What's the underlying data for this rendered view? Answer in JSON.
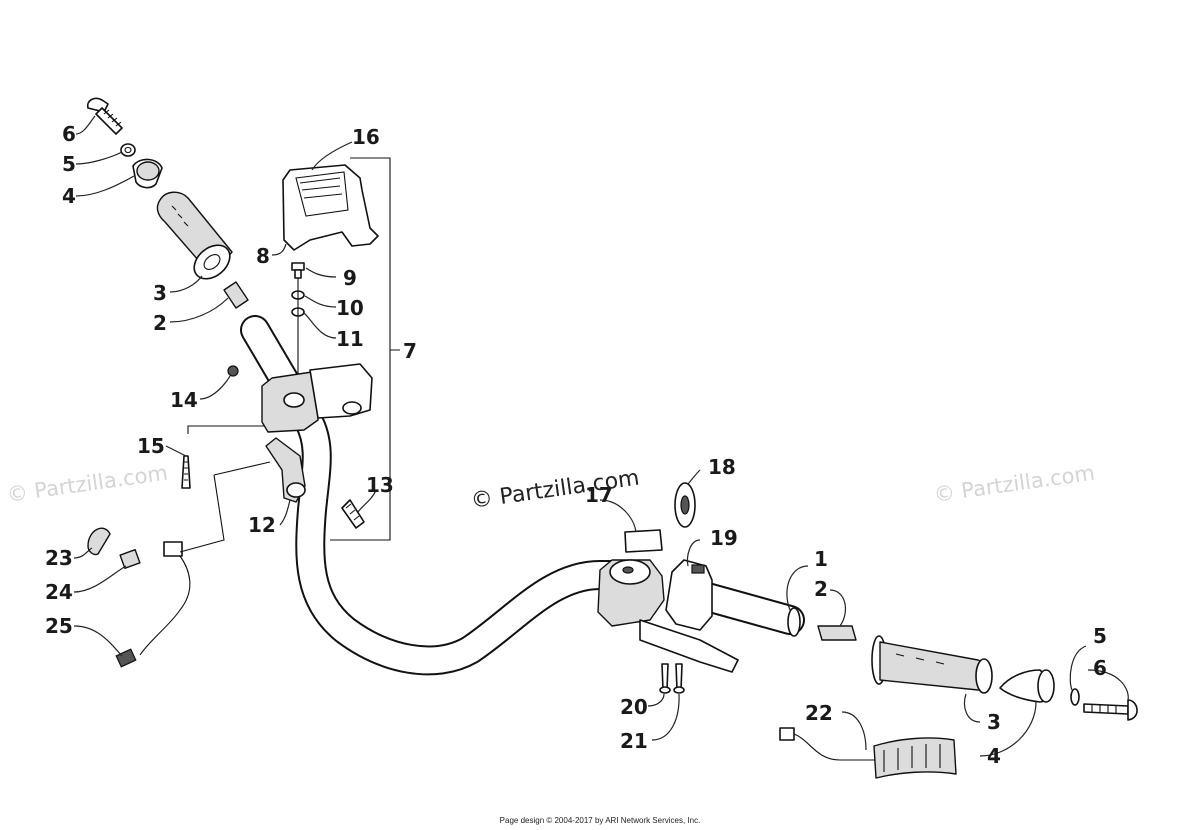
{
  "watermarks": {
    "main": "© Partzilla.com",
    "left": "© Partzilla.com",
    "right": "© Partzilla.com"
  },
  "callouts": {
    "c1": "1",
    "c2a": "2",
    "c2b": "2",
    "c3a": "3",
    "c3b": "3",
    "c4a": "4",
    "c4b": "4",
    "c5a": "5",
    "c5b": "5",
    "c6a": "6",
    "c6b": "6",
    "c7": "7",
    "c8": "8",
    "c9": "9",
    "c10": "10",
    "c11": "11",
    "c12": "12",
    "c13": "13",
    "c14": "14",
    "c15": "15",
    "c16": "16",
    "c17": "17",
    "c18": "18",
    "c19": "19",
    "c20": "20",
    "c21": "21",
    "c22": "22",
    "c23": "23",
    "c24": "24",
    "c25": "25"
  },
  "footer": "Page design © 2004-2017 by ARI Network Services, Inc."
}
